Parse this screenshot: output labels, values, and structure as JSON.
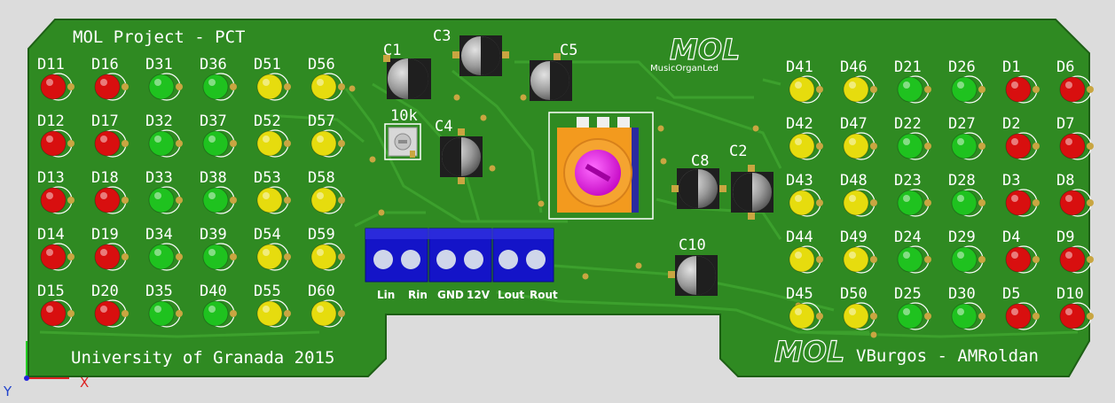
{
  "board": {
    "top_left_text": "MOL Project - PCT",
    "bottom_left_text": "University of Granada 2015",
    "bottom_right_text": "VBurgos - AMRoldan",
    "logo_text": "MOL",
    "logo_sub_text": "MusicOrganLed",
    "bottom_logo_text": "MOL"
  },
  "components": {
    "c1": "C1",
    "c2": "C2",
    "c3": "C3",
    "c4": "C4",
    "c5": "C5",
    "c8": "C8",
    "c10": "C10",
    "pot": "10k"
  },
  "terminals": [
    "Lin",
    "Rin",
    "GND",
    "12V",
    "Lout",
    "Rout"
  ],
  "led_colors": {
    "red": "#d80f0f",
    "green": "#1fc21f",
    "yellow": "#e6dc0e"
  },
  "left_leds": [
    [
      "D11",
      "D16",
      "D31",
      "D36",
      "D51",
      "D56"
    ],
    [
      "D12",
      "D17",
      "D32",
      "D37",
      "D52",
      "D57"
    ],
    [
      "D13",
      "D18",
      "D33",
      "D38",
      "D53",
      "D58"
    ],
    [
      "D14",
      "D19",
      "D34",
      "D39",
      "D54",
      "D59"
    ],
    [
      "D15",
      "D20",
      "D35",
      "D40",
      "D55",
      "D60"
    ]
  ],
  "left_led_color_order": [
    "red",
    "red",
    "green",
    "green",
    "yellow",
    "yellow"
  ],
  "right_leds": [
    [
      "D41",
      "D46",
      "D21",
      "D26",
      "D1",
      "D6"
    ],
    [
      "D42",
      "D47",
      "D22",
      "D27",
      "D2",
      "D7"
    ],
    [
      "D43",
      "D48",
      "D23",
      "D28",
      "D3",
      "D8"
    ],
    [
      "D44",
      "D49",
      "D24",
      "D29",
      "D4",
      "D9"
    ],
    [
      "D45",
      "D50",
      "D25",
      "D30",
      "D5",
      "D10"
    ]
  ],
  "right_led_color_order": [
    "yellow",
    "yellow",
    "green",
    "green",
    "red",
    "red"
  ],
  "axes": {
    "x": "X",
    "y": "Y"
  }
}
